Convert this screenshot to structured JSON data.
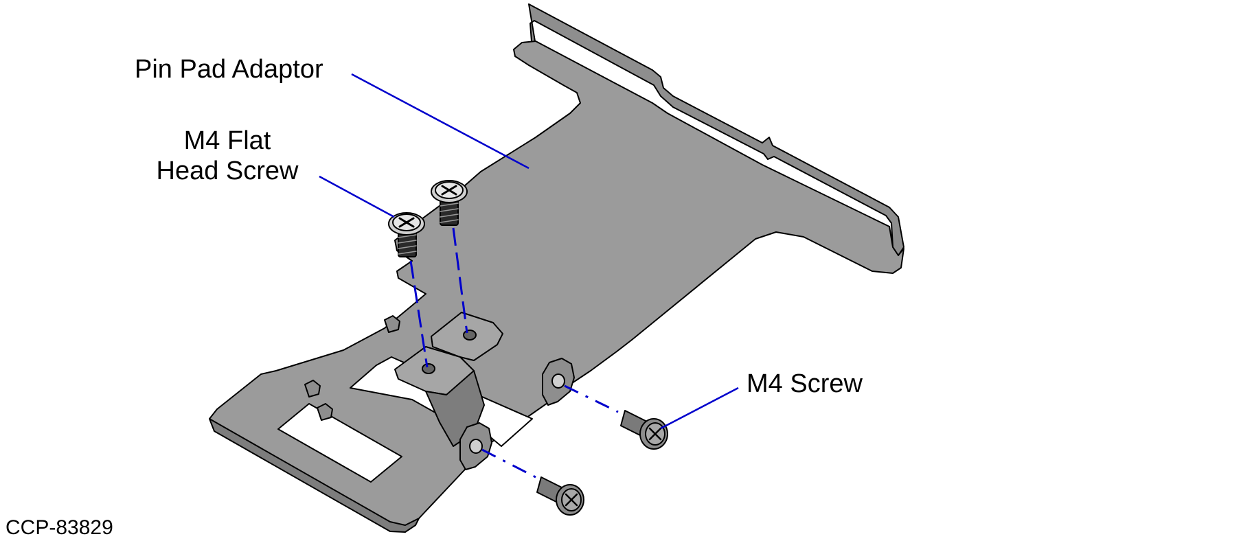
{
  "labels": {
    "pin_pad_adaptor": "Pin Pad Adaptor",
    "flat_head_line1": "M4 Flat",
    "flat_head_line2": "Head Screw",
    "m4_screw": "M4 Screw",
    "figure_id": "CCP-83829"
  },
  "colors": {
    "part_fill": "#9b9b9b",
    "part_fill_dark": "#7d7d7d",
    "outline": "#000000",
    "leader": "#0000cc",
    "screw": "#4a4a4a",
    "background": "#ffffff"
  },
  "icons": {
    "phillips": "phillips-cross-icon"
  }
}
